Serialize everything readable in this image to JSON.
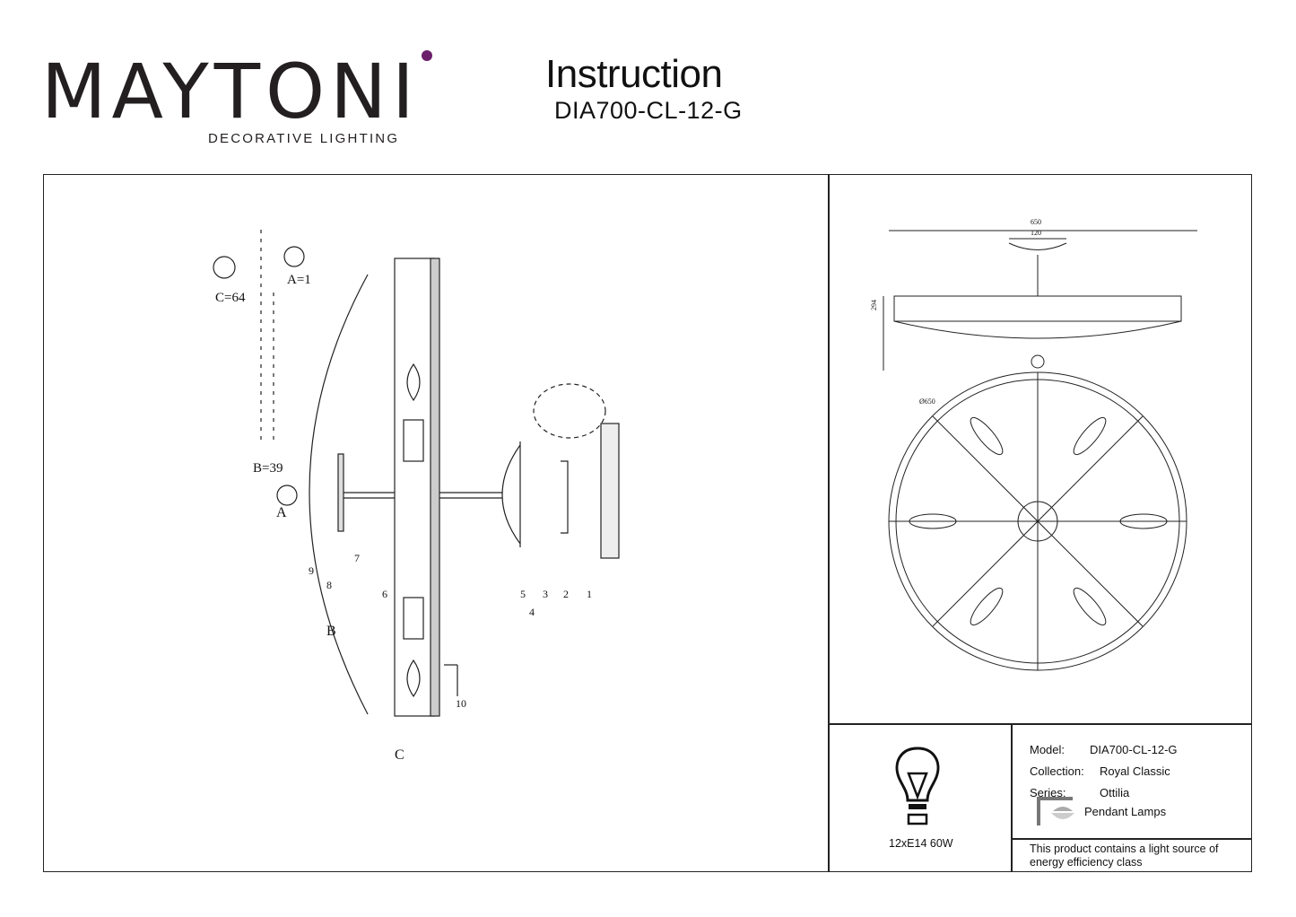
{
  "header": {
    "brand_word": "MAYTONI",
    "brand_tagline": "DECORATIVE LIGHTING",
    "title": "Instruction",
    "model_code": "DIA700-CL-12-G"
  },
  "assembly": {
    "callouts": [
      "1",
      "2",
      "3",
      "4",
      "5",
      "6",
      "7",
      "8",
      "9",
      "10"
    ],
    "parts": [
      "A",
      "B",
      "C"
    ],
    "crystal_counts": [
      "A=1",
      "B=39",
      "C=64"
    ]
  },
  "dimensions": {
    "width_total": "650",
    "width_canopy": "120",
    "height": "294",
    "diameter": "Ø650"
  },
  "power": {
    "label": "12xE14 60W"
  },
  "specs": {
    "model_label": "Model:",
    "model_value": "DIA700-CL-12-G",
    "collection_label": "Collection:",
    "collection_value": "Royal Classic",
    "series_label": "Series:",
    "series_value": "Ottilia",
    "type_value": "Pendant Lamps"
  },
  "energy_note": "This product contains a light source of energy efficiency class",
  "colors": {
    "brand_purple": "#6b1f6b",
    "ink": "#231f20",
    "frame": "#222222"
  },
  "icons": [
    "lightbulb-icon",
    "pendant-lamp-icon",
    "crystal-icon",
    "screw-icon"
  ]
}
